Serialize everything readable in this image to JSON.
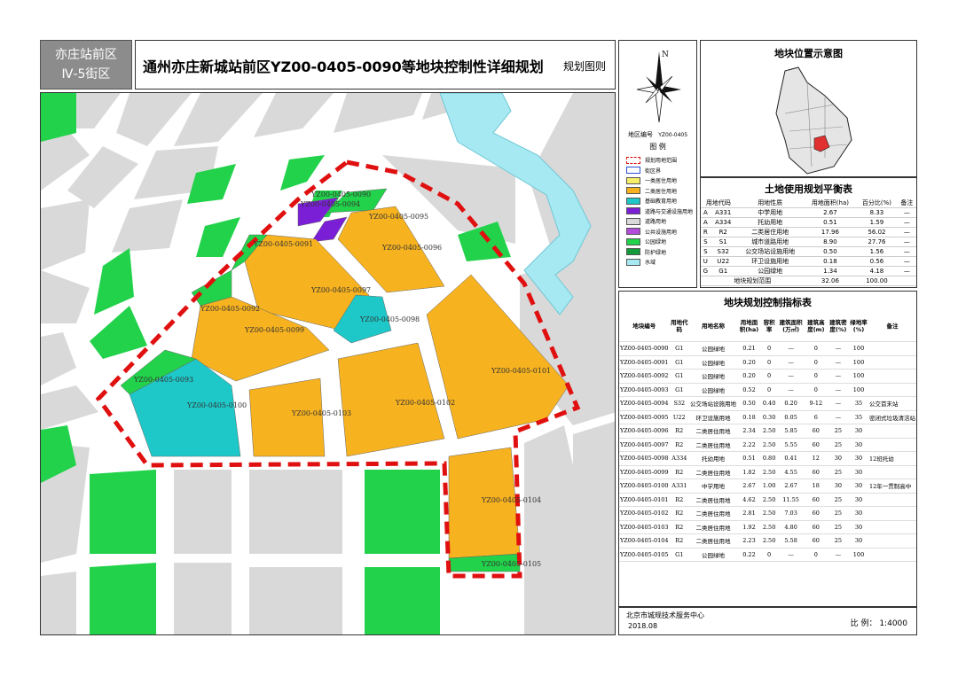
{
  "area_label": {
    "line1": "亦庄站前区",
    "line2": "Ⅳ-5街区"
  },
  "title": {
    "main": "通州亦庄新城站前区YZ00-0405-0090等地块控制性详细规划",
    "kind": "规划图则"
  },
  "legend": {
    "district_code_label": "地区编号",
    "district_code": "YZ00-0405",
    "heading": "图 例",
    "items": [
      {
        "label": "规划用地范围",
        "color": "#ffffff",
        "style": "dashed-red"
      },
      {
        "label": "街区界",
        "color": "#ffffff",
        "style": "outline-blue"
      },
      {
        "label": "一类居住用地",
        "color": "#f7ef6a"
      },
      {
        "label": "二类居住用地",
        "color": "#f7b21f"
      },
      {
        "label": "基础教育用地",
        "color": "#1ec8c8"
      },
      {
        "label": "道路与交通设施用地",
        "color": "#7b1fd6"
      },
      {
        "label": "道路用地",
        "color": "#d9d9d9"
      },
      {
        "label": "公共设施用地",
        "color": "#b24cdb"
      },
      {
        "label": "公园绿地",
        "color": "#21d24a"
      },
      {
        "label": "防护绿地",
        "color": "#139a3a"
      },
      {
        "label": "水域",
        "color": "#a6e9f2"
      }
    ]
  },
  "locator": {
    "title": "地块位置示意图"
  },
  "balance": {
    "title": "土地使用规划平衡表",
    "headers": [
      "用地代码",
      "用地性质",
      "用地面积(ha)",
      "百分比(%)",
      "备注"
    ],
    "rows": [
      [
        "A",
        "A331",
        "中学用地",
        "2.67",
        "8.33",
        "—"
      ],
      [
        "A",
        "A334",
        "托幼用地",
        "0.51",
        "1.59",
        "—"
      ],
      [
        "R",
        "R2",
        "二类居住用地",
        "17.96",
        "56.02",
        "—"
      ],
      [
        "S",
        "S1",
        "城市道路用地",
        "8.90",
        "27.76",
        "—"
      ],
      [
        "S",
        "S32",
        "公交场站设施用地",
        "0.50",
        "1.56",
        "—"
      ],
      [
        "U",
        "U22",
        "环卫设施用地",
        "0.18",
        "0.56",
        "—"
      ],
      [
        "G",
        "G1",
        "公园绿地",
        "1.34",
        "4.18",
        "—"
      ]
    ],
    "total_label": "地块规划范围",
    "total_area": "32.06",
    "total_pct": "100.00"
  },
  "control": {
    "title": "地块规划控制指标表",
    "headers": [
      "地块编号",
      "用地代码",
      "用地名称",
      "用地面积(ha)",
      "容积率",
      "建筑面积(万㎡)",
      "建筑高度(m)",
      "建筑密度(%)",
      "绿地率(%)",
      "备注"
    ],
    "rows": [
      [
        "YZ00-0405-0090",
        "G1",
        "公园绿地",
        "0.21",
        "0",
        "—",
        "0",
        "—",
        "100",
        ""
      ],
      [
        "YZ00-0405-0091",
        "G1",
        "公园绿地",
        "0.20",
        "0",
        "—",
        "0",
        "—",
        "100",
        ""
      ],
      [
        "YZ00-0405-0092",
        "G1",
        "公园绿地",
        "0.20",
        "0",
        "—",
        "0",
        "—",
        "100",
        ""
      ],
      [
        "YZ00-0405-0093",
        "G1",
        "公园绿地",
        "0.52",
        "0",
        "—",
        "0",
        "—",
        "100",
        ""
      ],
      [
        "YZ00-0405-0094",
        "S32",
        "公交场站设施用地",
        "0.50",
        "0.40",
        "0.20",
        "9-12",
        "—",
        "35",
        "公交首末站"
      ],
      [
        "YZ00-0405-0095",
        "U22",
        "环卫设施用地",
        "0.18",
        "0.30",
        "0.05",
        "6",
        "—",
        "35",
        "密闭式垃圾清洁站"
      ],
      [
        "YZ00-0405-0096",
        "R2",
        "二类居住用地",
        "2.34",
        "2.50",
        "5.85",
        "60",
        "25",
        "30",
        ""
      ],
      [
        "YZ00-0405-0097",
        "R2",
        "二类居住用地",
        "2.22",
        "2.50",
        "5.55",
        "60",
        "25",
        "30",
        ""
      ],
      [
        "YZ00-0405-0098",
        "A334",
        "托幼用地",
        "0.51",
        "0.80",
        "0.41",
        "12",
        "30",
        "30",
        "12班托幼"
      ],
      [
        "YZ00-0405-0099",
        "R2",
        "二类居住用地",
        "1.82",
        "2.50",
        "4.55",
        "60",
        "25",
        "30",
        ""
      ],
      [
        "YZ00-0405-0100",
        "A331",
        "中学用地",
        "2.67",
        "1.00",
        "2.67",
        "18",
        "30",
        "30",
        "12年一贯制高中"
      ],
      [
        "YZ00-0405-0101",
        "R2",
        "二类居住用地",
        "4.62",
        "2.50",
        "11.55",
        "60",
        "25",
        "30",
        ""
      ],
      [
        "YZ00-0405-0102",
        "R2",
        "二类居住用地",
        "2.81",
        "2.50",
        "7.03",
        "60",
        "25",
        "30",
        ""
      ],
      [
        "YZ00-0405-0103",
        "R2",
        "二类居住用地",
        "1.92",
        "2.50",
        "4.80",
        "60",
        "25",
        "30",
        ""
      ],
      [
        "YZ00-0405-0104",
        "R2",
        "二类居住用地",
        "2.23",
        "2.50",
        "5.58",
        "60",
        "25",
        "30",
        ""
      ],
      [
        "YZ00-0405-0105",
        "G1",
        "公园绿地",
        "0.22",
        "0",
        "—",
        "0",
        "—",
        "100",
        ""
      ]
    ]
  },
  "footer": {
    "org": "北京市城规技术服务中心",
    "date": "2018.08",
    "scale_label": "比  例：",
    "scale": "1:4000"
  },
  "map": {
    "north": "N",
    "labels": {
      "p0090": "YZ00-0405-0090",
      "p0091": "YZ00-0405-0091",
      "p0092": "YZ00-0405-0092",
      "p0093": "YZ00-0405-0093",
      "p0094": "YZ00-0405-0094",
      "p0095": "YZ00-0405-0095",
      "p0096": "YZ00-0405-0096",
      "p0097": "YZ00-0405-0097",
      "p0098": "YZ00-0405-0098",
      "p0099": "YZ00-0405-0099",
      "p0100": "YZ00-0405-0100",
      "p0101": "YZ00-0405-0101",
      "p0102": "YZ00-0405-0102",
      "p0103": "YZ00-0405-0103",
      "p0104": "YZ00-0405-0104",
      "p0105": "YZ00-0405-0105"
    },
    "colors": {
      "residential": "#f7b21f",
      "school": "#1ec8c8",
      "park": "#21d24a",
      "facility": "#7b1fd6",
      "road": "#ffffff",
      "block": "#d9d9d9",
      "water": "#a6e9f2",
      "boundary": "#e01010"
    }
  }
}
